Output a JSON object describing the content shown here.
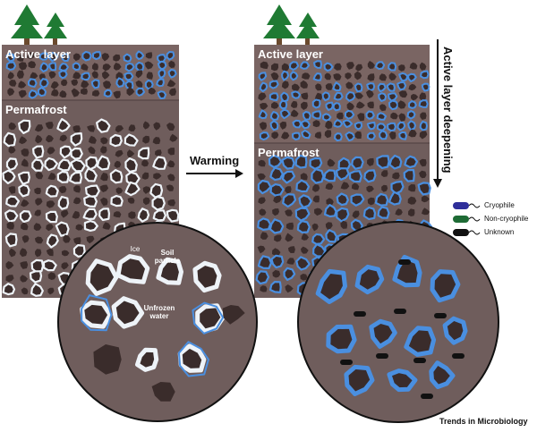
{
  "labels": {
    "active_layer_left": "Active layer",
    "permafrost_left": "Permafrost",
    "active_layer_right": "Active layer",
    "permafrost_right": "Permafrost",
    "warming": "Warming",
    "active_layer_deepening": "Active layer deepening",
    "ice": "Ice",
    "soil_particle": "Soil particle",
    "unfrozen_water": "Unfrozen water",
    "credit": "Trends in Microbiology"
  },
  "legend": [
    {
      "label": "Cryophile",
      "color": "#2f2f9a"
    },
    {
      "label": "Non-cryophile",
      "color": "#1e6b35"
    },
    {
      "label": "Unknown",
      "color": "#111111"
    }
  ],
  "colors": {
    "soil_active": "#7a6563",
    "soil_permafrost": "#6f5d5c",
    "particle": "#3a2c2b",
    "ice": "#eef3f8",
    "water": "#4a8fe0",
    "tree": "#1f7a33"
  }
}
